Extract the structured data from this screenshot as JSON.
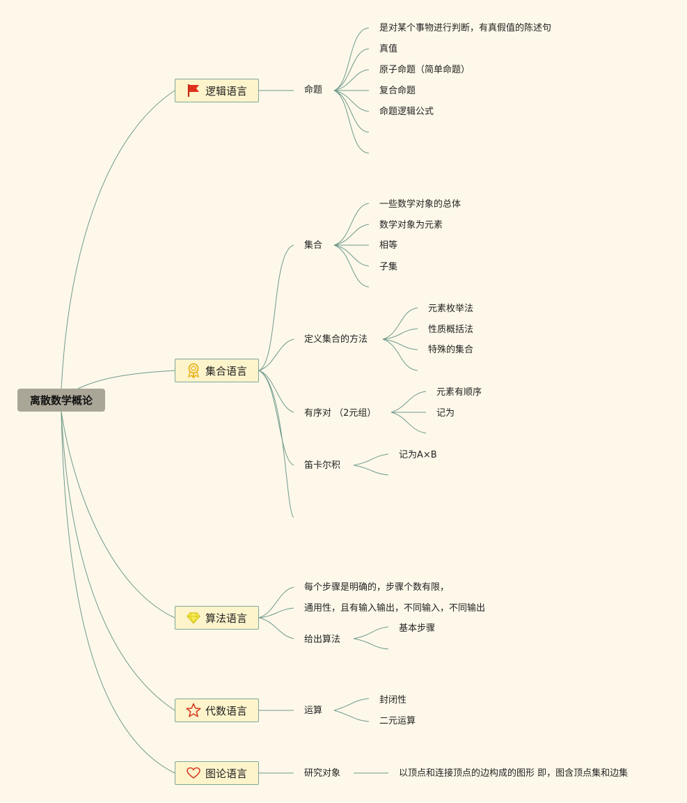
{
  "root": "离散数学概论",
  "branches": {
    "b1": "逻辑语言",
    "b2": "集合语言",
    "b3": "算法语言",
    "b4": "代数语言",
    "b5": "图论语言"
  },
  "icons": {
    "b1": "flag-icon",
    "b2": "award-ribbon-icon",
    "b3": "diamond-icon",
    "b4": "star-icon",
    "b5": "heart-icon"
  },
  "colors": {
    "background": "#fdf8ea",
    "root_fill": "#a9a697",
    "branch_fill": "#fdf4cc",
    "line": "#6f9a8c"
  },
  "nodes": {
    "mingti": "命题",
    "mingti_items": [
      "是对某个事物进行判断，有真假值的陈述句",
      "真值",
      "原子命题（简单命题）",
      "复合命题",
      "命题逻辑公式"
    ],
    "jihe": "集合",
    "jihe_items": [
      "一些数学对象的总体",
      "数学对象为元素",
      "相等",
      "子集"
    ],
    "dingyi": "定义集合的方法",
    "dingyi_items": [
      "元素枚举法",
      "性质概括法",
      "特殊的集合"
    ],
    "youxudui": "有序对 （2元组）",
    "youxudui_items": [
      "元素有顺序",
      "记为"
    ],
    "dika": "笛卡尔积",
    "dika_items": [
      "记为A×B"
    ],
    "suanfa_items": [
      "每个步骤是明确的，步骤个数有限，",
      "通用性，且有输入输出，不同输入，不同输出"
    ],
    "geichu": "给出算法",
    "geichu_items": [
      "基本步骤"
    ],
    "yunsuan": "运算",
    "yunsuan_items": [
      "封闭性",
      "二元运算"
    ],
    "yanjiu": "研究对象",
    "yanjiu_items": [
      "以顶点和连接顶点的边构成的图形 即，图含顶点集和边集"
    ]
  }
}
